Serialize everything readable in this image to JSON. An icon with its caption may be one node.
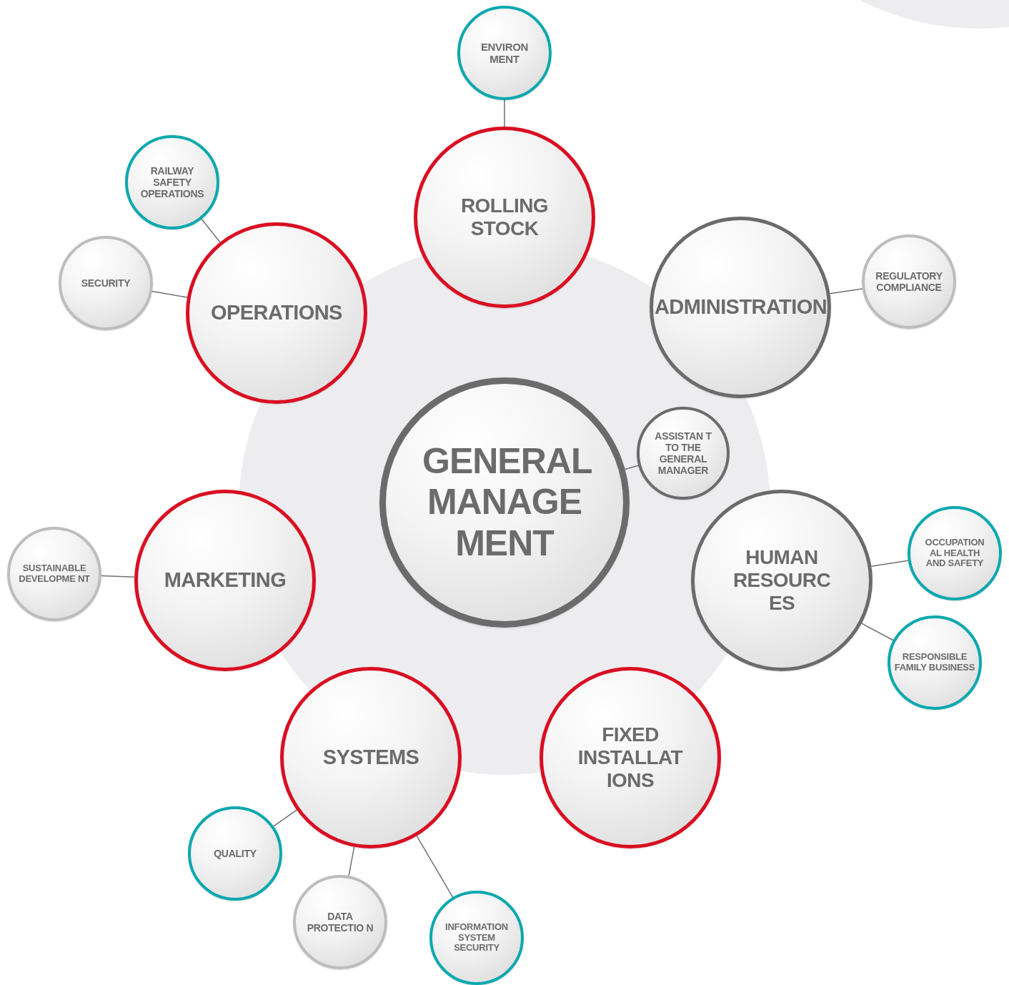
{
  "diagram": {
    "nodes": [
      {
        "text": [
          "GENERAL MANAGE MENT"
        ]
      },
      {
        "text": [
          "ROLLING STOCK"
        ]
      },
      {
        "text": [
          "ADMINISTRATION"
        ]
      },
      {
        "text": [
          "OPERATIONS"
        ]
      },
      {
        "text": [
          "MARKETING"
        ]
      },
      {
        "text": [
          "SYSTEMS"
        ]
      },
      {
        "text": [
          "FIXED INSTALLAT IONS"
        ]
      },
      {
        "text": [
          "HUMAN RESOURC ES"
        ]
      },
      {
        "text": [
          "ASSISTAN T TO THE GENERAL MANAGER"
        ]
      },
      {
        "text": [
          "ENVIRON MENT"
        ]
      },
      {
        "text": [
          "RAILWAY SAFETY OPERATIONS"
        ]
      },
      {
        "text": [
          "SECURITY"
        ]
      },
      {
        "text": [
          "REGULATORY COMPLIANCE"
        ]
      },
      {
        "text": [
          "SUSTAINABLE DEVELOPME NT"
        ]
      },
      {
        "text": [
          "OCCUPATION AL HEALTH AND SAFETY"
        ]
      },
      {
        "text": [
          "RESPONSIBLE FAMILY BUSINESS"
        ]
      },
      {
        "text": [
          "QUALITY"
        ]
      },
      {
        "text": [
          "DATA PROTECTIO N"
        ]
      },
      {
        "text": [
          "INFORMATION SYSTEM SECURITY"
        ]
      }
    ],
    "edges": [
      {
        "from": 1,
        "to": 9,
        "arrow": "none"
      },
      {
        "from": 3,
        "to": 10,
        "arrow": "none"
      },
      {
        "from": 3,
        "to": 11,
        "arrow": "none"
      },
      {
        "from": 2,
        "to": 12,
        "arrow": "none"
      },
      {
        "from": 0,
        "to": 8,
        "arrow": "none"
      },
      {
        "from": 4,
        "to": 13,
        "arrow": "none"
      },
      {
        "from": 7,
        "to": 14,
        "arrow": "none"
      },
      {
        "from": 7,
        "to": 15,
        "arrow": "none"
      },
      {
        "from": 5,
        "to": 16,
        "arrow": "none"
      },
      {
        "from": 5,
        "to": 17,
        "arrow": "none"
      },
      {
        "from": 5,
        "to": 18,
        "arrow": "none"
      }
    ]
  }
}
